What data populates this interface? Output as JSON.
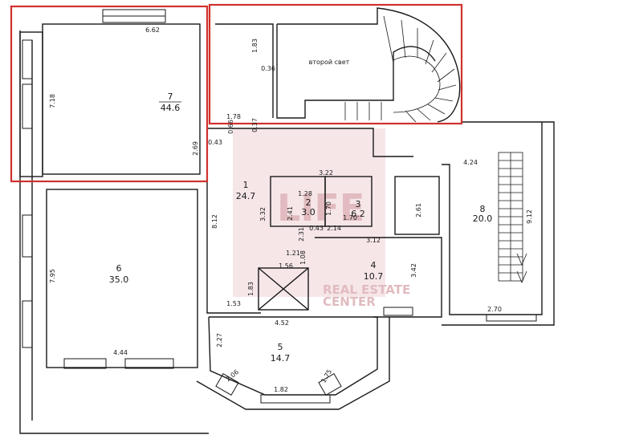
{
  "colors": {
    "wall": "#1a1a1a",
    "highlight": "#d0312d",
    "watermark": "#d9a1a6",
    "background": "#ffffff"
  },
  "rooms": [
    {
      "id": "r1",
      "number": "1",
      "area": "24.7"
    },
    {
      "id": "r2",
      "number": "2",
      "area": "3.0"
    },
    {
      "id": "r3",
      "number": "3",
      "area": "6.2"
    },
    {
      "id": "r4",
      "number": "4",
      "area": "10.7"
    },
    {
      "id": "r5",
      "number": "5",
      "area": "14.7"
    },
    {
      "id": "r6",
      "number": "6",
      "area": "35.0"
    },
    {
      "id": "r7",
      "number": "7",
      "area": "44.6"
    },
    {
      "id": "r8",
      "number": "8",
      "area": "20.0"
    }
  ],
  "dimensions": [
    "6.62",
    "7.18",
    "1.83",
    "0.36",
    "1.78",
    "0.66",
    "0.37",
    "0.43",
    "2.69",
    "3.22",
    "1.28",
    "2.41",
    "1.70",
    "2.61",
    "0.43",
    "2.31",
    "2.14",
    "1.70",
    "3.12",
    "8.12",
    "3.32",
    "1.21",
    "1.08",
    "1.56",
    "1.83",
    "1.53",
    "3.42",
    "4.24",
    "9.12",
    "2.70",
    "7.95",
    "4.44",
    "4.52",
    "2.27",
    "2.06",
    "1.75",
    "1.82"
  ],
  "note": "второй свет",
  "watermark": {
    "brand": "LIFE",
    "line1": "REAL ESTATE",
    "line2": "CENTER"
  }
}
